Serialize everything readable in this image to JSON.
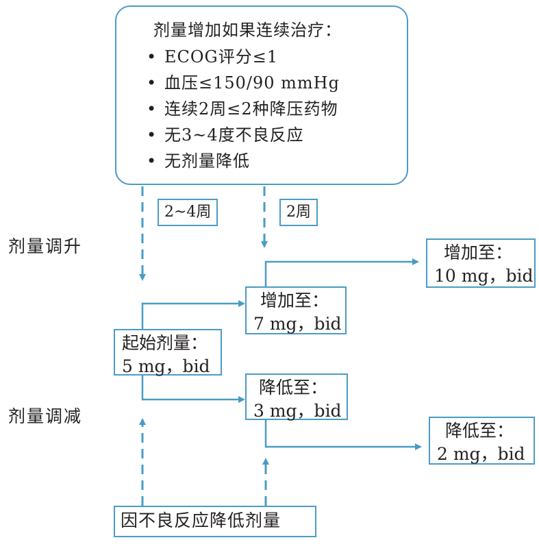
{
  "criteria": {
    "heading": "剂量增加如果连续治疗：",
    "items": [
      "ECOG评分≤1",
      "血压≤150/90 mmHg",
      "连续2周≤2种降压药物",
      "无3~4度不良反应",
      "无剂量降低"
    ]
  },
  "tags": {
    "left": "2~4周",
    "right": "2周"
  },
  "side_labels": {
    "up": "剂量调升",
    "down": "剂量调减"
  },
  "boxes": {
    "start": {
      "line1": "起始剂量：",
      "line2": "5 mg，bid"
    },
    "up7": {
      "line1": "增加至：",
      "line2": "7 mg，bid"
    },
    "up10": {
      "line1": "增加至：",
      "line2": "10 mg，bid"
    },
    "down3": {
      "line1": "降低至：",
      "line2": "3 mg，bid"
    },
    "down2": {
      "line1": "降低至：",
      "line2": "2 mg，bid"
    },
    "adverse": {
      "line1": "因不良反应降低剂量"
    }
  },
  "colors": {
    "arrow": "#4a9bc6",
    "text": "#231f20"
  }
}
